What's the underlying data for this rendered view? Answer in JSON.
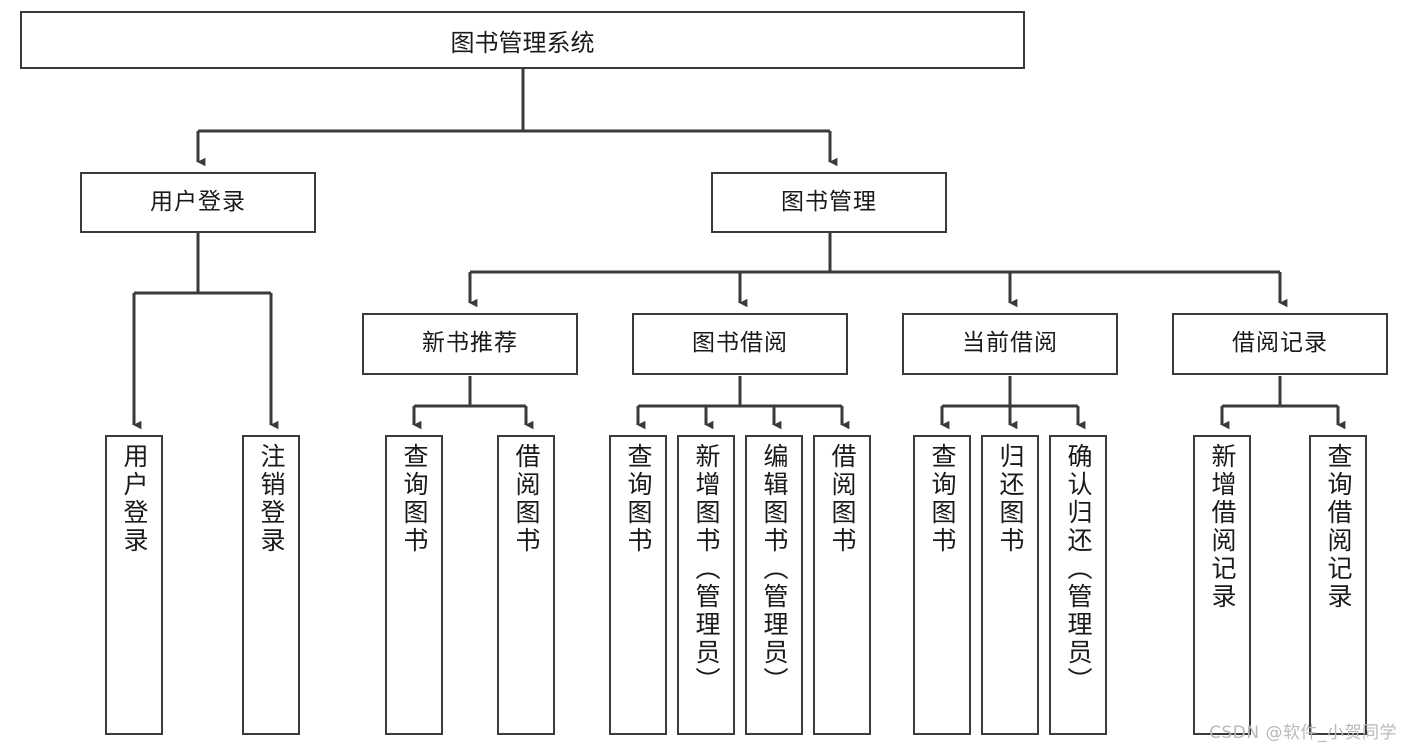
{
  "diagram": {
    "title": "图书管理系统",
    "type": "tree-hierarchy-diagram",
    "colors": {
      "box_border": "#3a3a3a",
      "box_fill": "#ffffff",
      "edge": "#3a3a3a",
      "text": "#1a1a1a",
      "watermark": "#b9b9b9"
    },
    "root": {
      "label": "图书管理系统"
    },
    "level2": [
      {
        "label": "用户登录"
      },
      {
        "label": "图书管理"
      }
    ],
    "level3": [
      {
        "label": "新书推荐"
      },
      {
        "label": "图书借阅"
      },
      {
        "label": "当前借阅"
      },
      {
        "label": "借阅记录"
      }
    ],
    "leaves": {
      "user_login": [
        {
          "label": "用户登录"
        },
        {
          "label": "注销登录"
        }
      ],
      "new_book_recommend": [
        {
          "label": "查询图书"
        },
        {
          "label": "借阅图书"
        }
      ],
      "book_borrow": [
        {
          "label": "查询图书"
        },
        {
          "label": "新增图书（管理员）"
        },
        {
          "label": "编辑图书（管理员）"
        },
        {
          "label": "借阅图书"
        }
      ],
      "current_borrow": [
        {
          "label": "查询图书"
        },
        {
          "label": "归还图书"
        },
        {
          "label": "确认归还（管理员）"
        }
      ],
      "borrow_record": [
        {
          "label": "新增借阅记录"
        },
        {
          "label": "查询借阅记录"
        }
      ]
    }
  },
  "watermark": {
    "text": "CSDN @软件_小贺同学"
  }
}
